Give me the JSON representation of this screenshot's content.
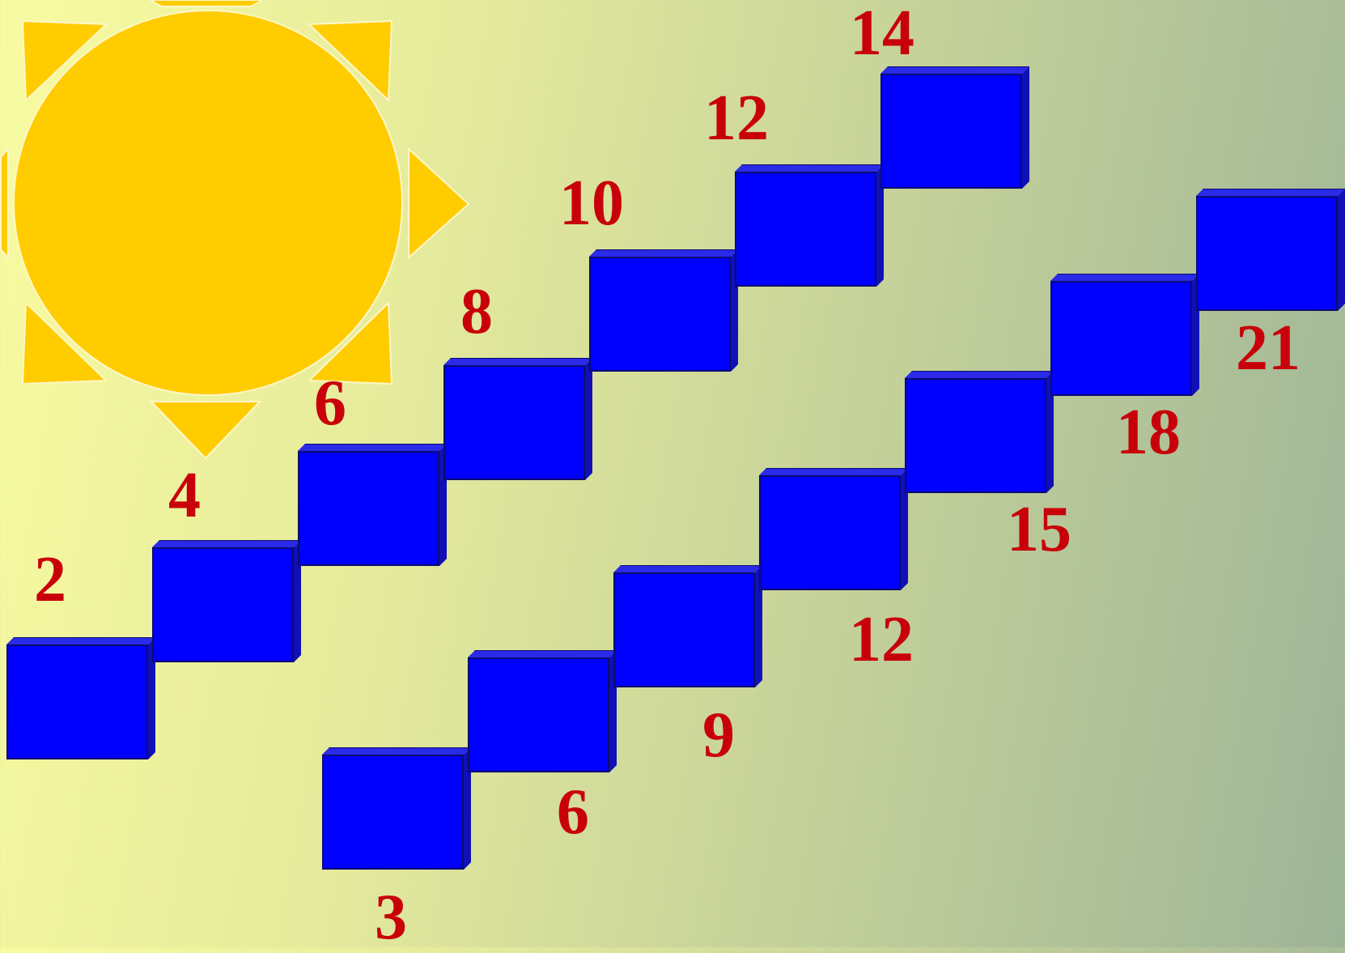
{
  "colors": {
    "sun": "#ffcc00",
    "step": "#0000ff",
    "number": "#c8000a"
  },
  "sun": {
    "icon": "sun-icon"
  },
  "staircase_even": {
    "labels": [
      "2",
      "4",
      "6",
      "8",
      "10",
      "12",
      "14"
    ]
  },
  "staircase_multiples_of_three": {
    "labels": [
      "3",
      "6",
      "9",
      "12",
      "15",
      "18",
      "21"
    ]
  }
}
